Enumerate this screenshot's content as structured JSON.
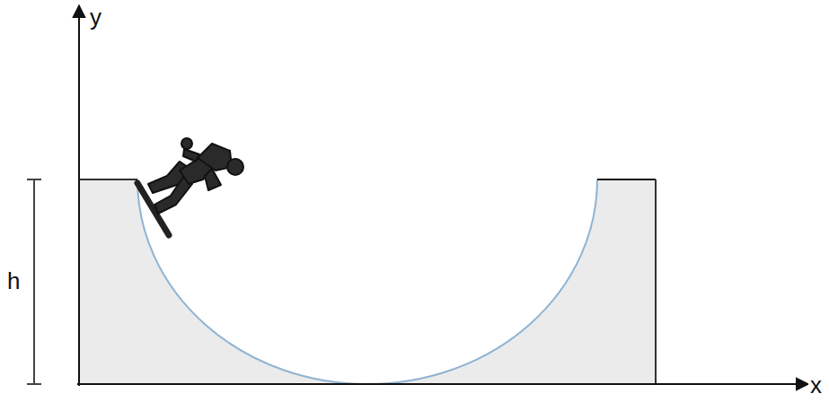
{
  "diagram": {
    "labels": [
      "y",
      "x",
      "h"
    ]
  }
}
